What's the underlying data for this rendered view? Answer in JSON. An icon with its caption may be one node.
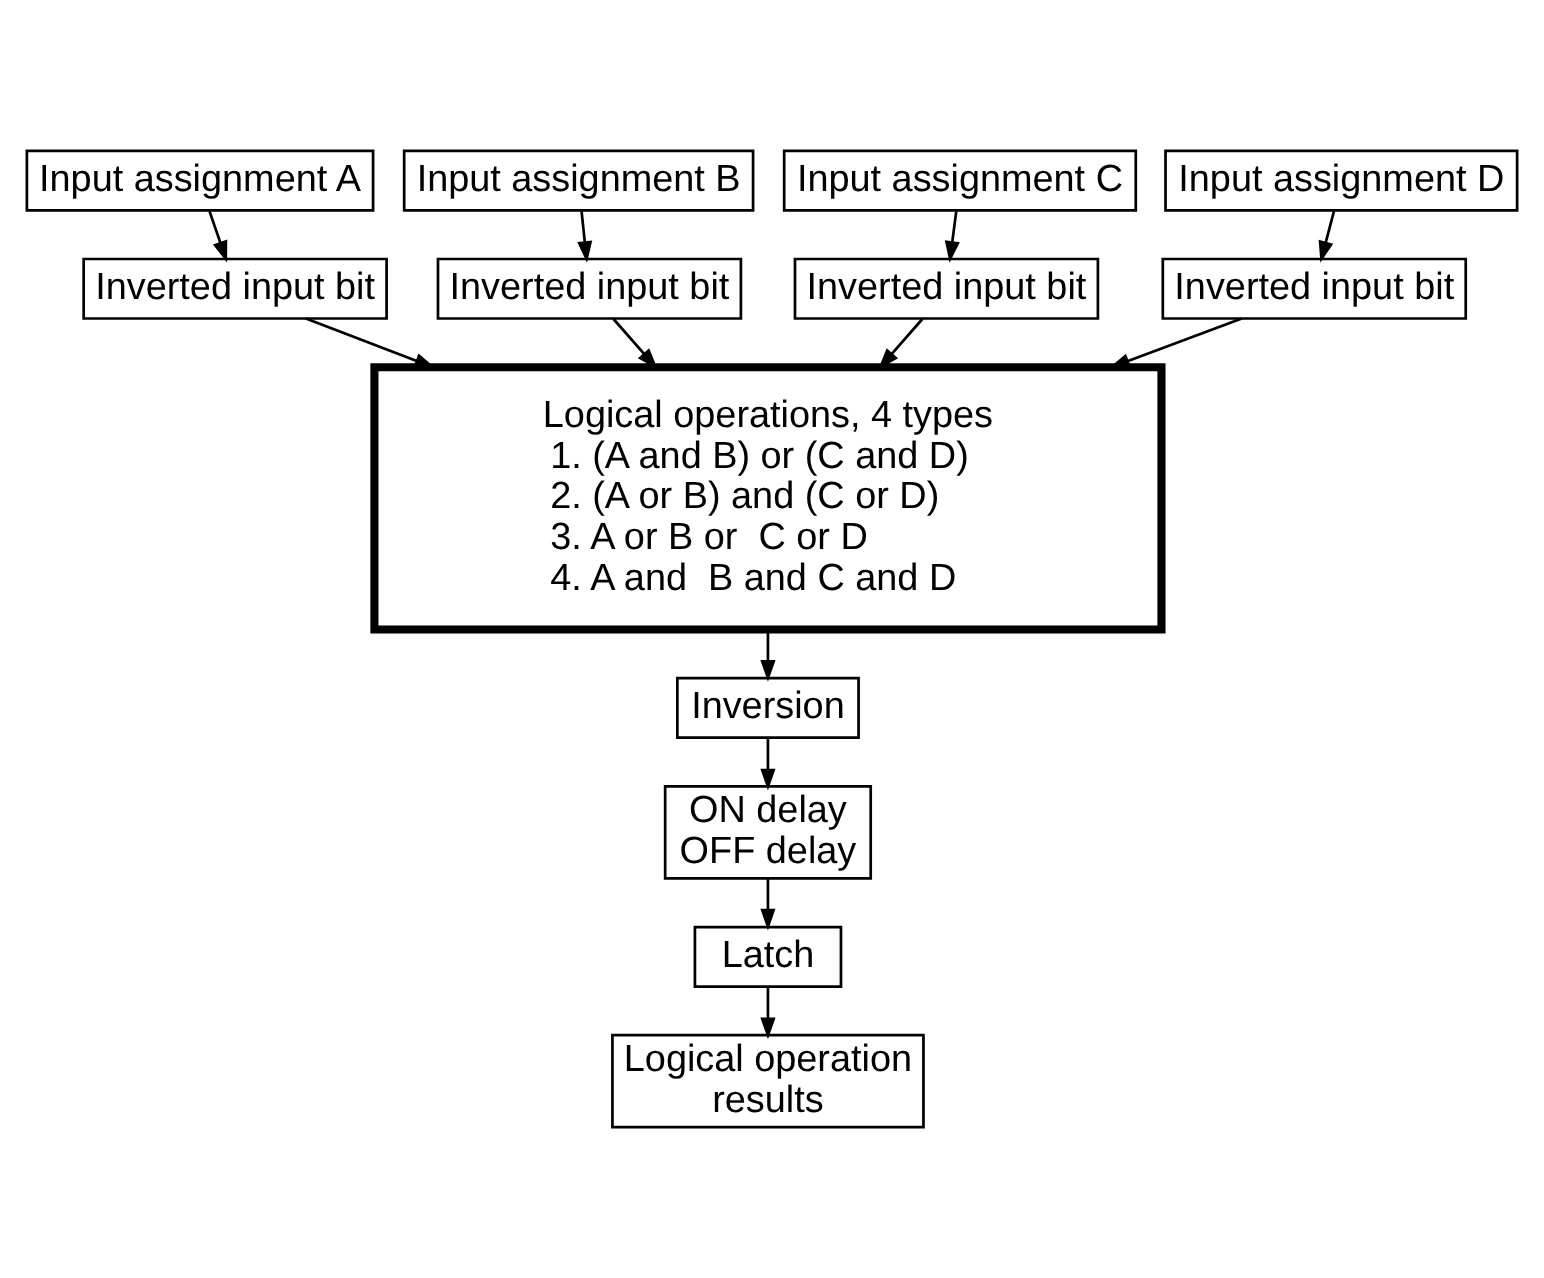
{
  "diagram": {
    "nodes": [
      {
        "text": [
          "Input assignment A"
        ]
      },
      {
        "text": [
          "Input assignment B"
        ]
      },
      {
        "text": [
          "Input assignment C"
        ]
      },
      {
        "text": [
          "Input assignment D"
        ]
      },
      {
        "text": [
          "Inverted input bit"
        ]
      },
      {
        "text": [
          "Inverted input bit"
        ]
      },
      {
        "text": [
          "Inverted input bit"
        ]
      },
      {
        "text": [
          "Inverted input bit"
        ]
      },
      {
        "text": [
          "Logical operations, 4 types",
          "1. (A and B) or (C and D)",
          "2. (A or B) and (C or D)",
          "3. A or B or  C or D",
          "4. A and  B and C and D"
        ]
      },
      {
        "text": [
          "Inversion"
        ]
      },
      {
        "text": [
          "ON delay",
          "OFF delay"
        ]
      },
      {
        "text": [
          "Latch"
        ]
      },
      {
        "text": [
          "Logical operation results"
        ]
      }
    ],
    "edges": [
      {
        "from": 0,
        "to": 4,
        "arrow": "to"
      },
      {
        "from": 1,
        "to": 5,
        "arrow": "to"
      },
      {
        "from": 2,
        "to": 6,
        "arrow": "to"
      },
      {
        "from": 3,
        "to": 7,
        "arrow": "to"
      },
      {
        "from": 4,
        "to": 8,
        "arrow": "to"
      },
      {
        "from": 5,
        "to": 8,
        "arrow": "to"
      },
      {
        "from": 6,
        "to": 8,
        "arrow": "to"
      },
      {
        "from": 7,
        "to": 8,
        "arrow": "to"
      },
      {
        "from": 8,
        "to": 9,
        "arrow": "to"
      },
      {
        "from": 9,
        "to": 10,
        "arrow": "to"
      },
      {
        "from": 10,
        "to": 11,
        "arrow": "to"
      },
      {
        "from": 11,
        "to": 12,
        "arrow": "to"
      }
    ]
  }
}
